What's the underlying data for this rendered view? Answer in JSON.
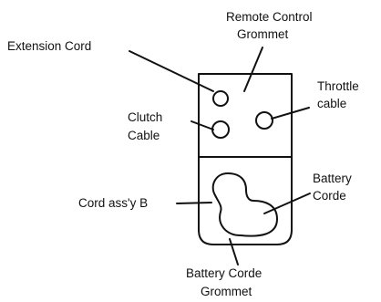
{
  "labels": {
    "remote_control_grommet": [
      "Remote Control",
      "Grommet"
    ],
    "extension_cord": "Extension Cord",
    "throttle_cable": [
      "Throttle",
      "cable"
    ],
    "clutch_cable": [
      "Clutch",
      "Cable"
    ],
    "battery_corde": [
      "Battery",
      "Corde"
    ],
    "cord_assy_b": "Cord ass'y B",
    "battery_corde_grommet": [
      "Battery Corde",
      "Grommet"
    ]
  }
}
